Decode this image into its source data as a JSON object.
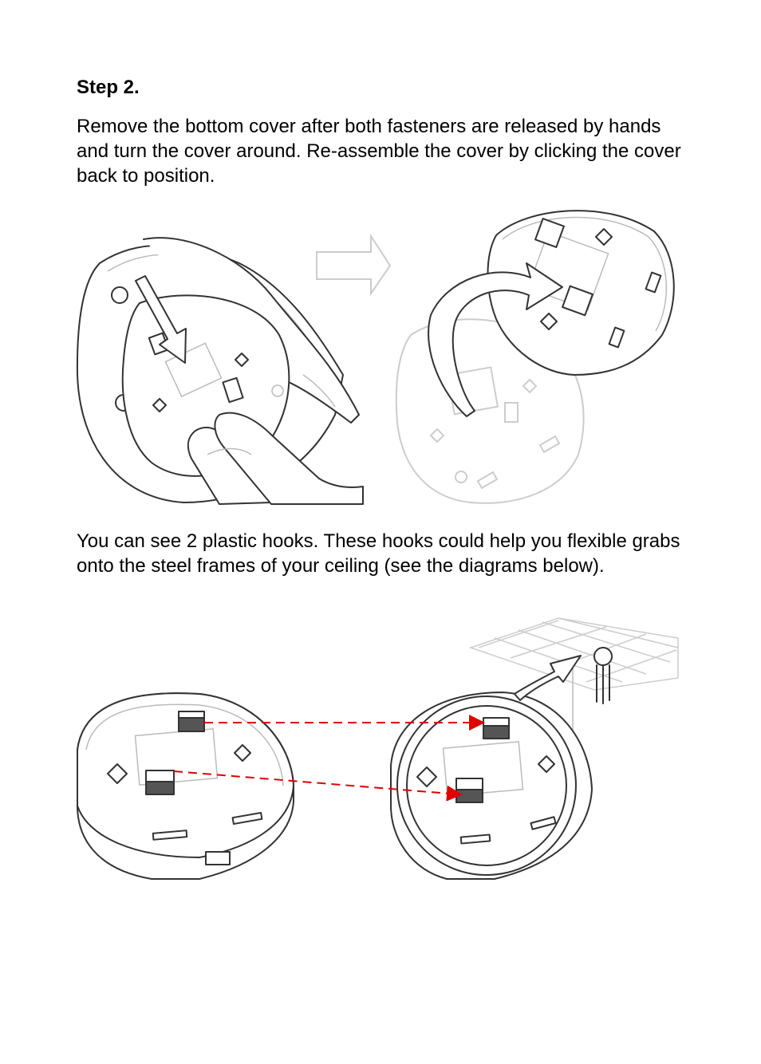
{
  "step": {
    "heading": "Step 2.",
    "instruction": "Remove the bottom cover after both fasteners are released by hands and turn the cover around. Re-assemble the cover by clicking the cover back to position."
  },
  "hooks": {
    "description": "You can see 2 plastic hooks. These hooks could help you flexible grabs onto the steel frames of your ceiling (see the diagrams below)."
  },
  "colors": {
    "text": "#000000",
    "line_art": "#333333",
    "guide_arrow": "#e00000"
  },
  "icons": [
    "hand-release-illustration",
    "outline-right-arrow-icon",
    "flipped-cover-illustration",
    "cover-with-hooks-illustration",
    "hooks-on-ceiling-illustration"
  ]
}
